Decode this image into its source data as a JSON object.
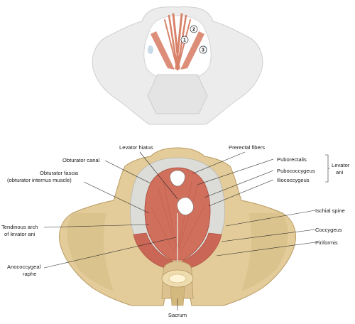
{
  "diagram": {
    "top_view": {
      "markers": [
        "1",
        "2",
        "3"
      ]
    },
    "labels": {
      "levator_hiatus": "Levator hiatus",
      "prerectal_fibers": "Prerectal fibers",
      "obturator_canal": "Obturator canal",
      "obturator_fascia_1": "Obturator fascia",
      "obturator_fascia_2": "(obturator internus muscle)",
      "puborectalis": "Puborectalis",
      "pubococcygeus": "Pubococcygeus",
      "iliococcygeus": "Iliococcygeus",
      "levator_ani_1": "Levator",
      "levator_ani_2": "ani",
      "ischial_spine": "Ischial spine",
      "tendinous_arch_1": "Tendinous arch",
      "tendinous_arch_2": "of levator ani",
      "coccygeus": "Coccygeus",
      "anococcygeal_1": "Anococcygeal",
      "anococcygeal_2": "raphe",
      "piriformis": "Piriformis",
      "sacrum": "Sacrum"
    },
    "colors": {
      "bone": "#e3cc9a",
      "bone_shadow": "#b89a62",
      "muscle": "#cf6f5c",
      "muscle_dark": "#a9483a",
      "fascia": "#dcdcd8",
      "top_bone": "#ebebeb",
      "top_muscle": "#d9826a"
    }
  }
}
